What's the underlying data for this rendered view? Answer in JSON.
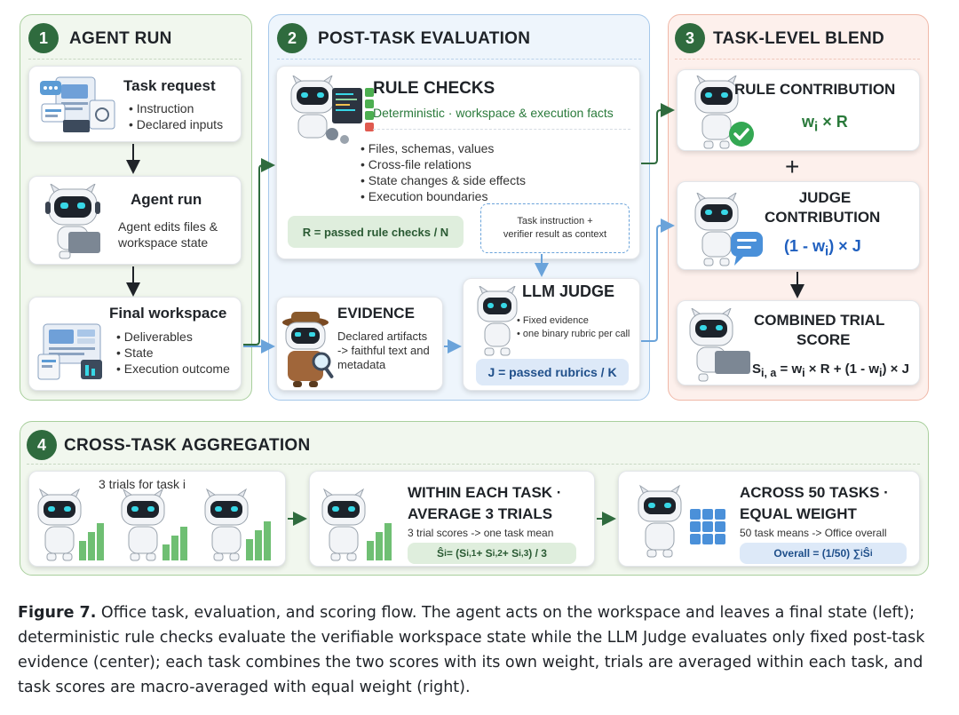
{
  "stages": {
    "s1": {
      "num": "1",
      "title": "AGENT RUN"
    },
    "s2": {
      "num": "2",
      "title": "POST-TASK EVALUATION"
    },
    "s3": {
      "num": "3",
      "title": "TASK-LEVEL BLEND"
    },
    "s4": {
      "num": "4",
      "title": "CROSS-TASK AGGREGATION"
    }
  },
  "agent_run": {
    "task_request": {
      "title": "Task request",
      "items": [
        "Instruction",
        "Declared inputs"
      ]
    },
    "agent": {
      "title": "Agent run",
      "line1": "Agent edits files &",
      "line2": "workspace state"
    },
    "final": {
      "title": "Final workspace",
      "items": [
        "Deliverables",
        "State",
        "Execution outcome"
      ]
    }
  },
  "evaluation": {
    "rule_checks": {
      "title": "RULE CHECKS",
      "subtitle": "Deterministic · workspace & execution facts",
      "items": [
        "Files, schemas, values",
        "Cross-file relations",
        "State changes & side effects",
        "Execution boundaries"
      ],
      "formula": "R = passed rule checks / N"
    },
    "context_note": {
      "line1": "Task instruction +",
      "line2": "verifier result as context"
    },
    "evidence": {
      "title": "EVIDENCE",
      "line1": "Declared artifacts",
      "line2": "-> faithful text and",
      "line3": "metadata"
    },
    "llm_judge": {
      "title": "LLM JUDGE",
      "items": [
        "Fixed evidence",
        "one binary rubric per call"
      ],
      "formula": "J = passed rubrics / K"
    }
  },
  "blend": {
    "rule": {
      "title": "RULE CONTRIBUTION",
      "formula_main": "w",
      "formula_sub": "i",
      "formula_rest": " × R"
    },
    "plus": "+",
    "judge": {
      "title_line1": "JUDGE",
      "title_line2": "CONTRIBUTION",
      "formula": "(1 - w",
      "formula_sub": "i",
      "formula_rest": ") × J"
    },
    "combined": {
      "title_line1": "COMBINED TRIAL",
      "title_line2": "SCORE",
      "formula_html": "S<sub>i, a</sub> = w<sub>i</sub> × R + (1 - w<sub>i</sub>) × J"
    }
  },
  "aggregation": {
    "trials_label": "3 trials for task i",
    "within": {
      "title_line1": "WITHIN EACH TASK ·",
      "title_line2": "AVERAGE 3 TRIALS",
      "sub": "3 trial scores -> one task mean",
      "formula_html": "Ŝ<sub>i</sub> = (S<sub>i,1</sub> + S<sub>i,2</sub> + S<sub>i,3</sub>) / 3"
    },
    "across": {
      "title_line1": "ACROSS 50 TASKS ·",
      "title_line2": "EQUAL WEIGHT",
      "sub": "50 task means -> Office overall",
      "formula_html": "Overall = (1/50) ∑<sub>i</sub> Ŝ<sub>i</sub>"
    }
  },
  "caption": {
    "label": "Figure 7.",
    "text": " Office task, evaluation, and scoring flow.  The agent acts on the workspace and leaves a final state (left); deterministic rule checks evaluate the verifiable workspace state while the LLM Judge evaluates only fixed post-task evidence (center); each task combines the two scores with its own weight, trials are averaged within each task, and task scores are macro-averaged with equal weight (right)."
  },
  "colors": {
    "green_stage": "#2f6b3e",
    "accent_green": "#2a7a3b",
    "accent_blue": "#1f5fbf",
    "arrow_blue": "#6aa3da",
    "arrow_dark": "#1f2328"
  }
}
